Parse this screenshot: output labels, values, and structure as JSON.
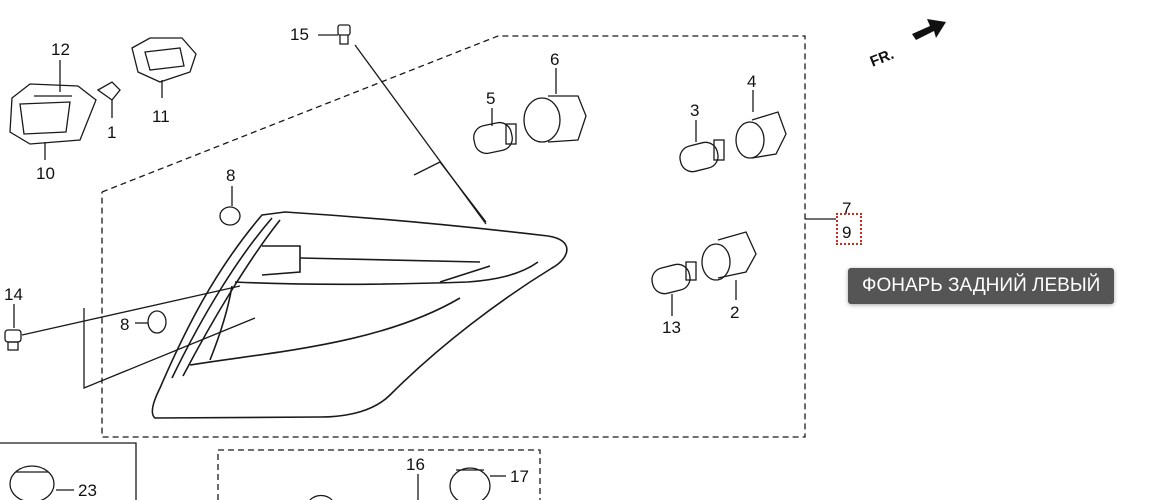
{
  "diagram": {
    "callouts": {
      "c1": "1",
      "c2": "2",
      "c3": "3",
      "c4": "4",
      "c5": "5",
      "c6": "6",
      "c7": "7",
      "c8a": "8",
      "c8b": "8",
      "c9": "9",
      "c10": "10",
      "c11": "11",
      "c12": "12",
      "c13": "13",
      "c14": "14",
      "c15": "15",
      "c16": "16",
      "c17": "17",
      "c23": "23"
    },
    "direction_label": "FR."
  },
  "tooltip": {
    "text": "ФОНАРЬ ЗАДНИЙ ЛЕВЫЙ"
  },
  "colors": {
    "hotspot_border": "#d4281c",
    "tooltip_bg": "#555555",
    "tooltip_text": "#ffffff"
  }
}
